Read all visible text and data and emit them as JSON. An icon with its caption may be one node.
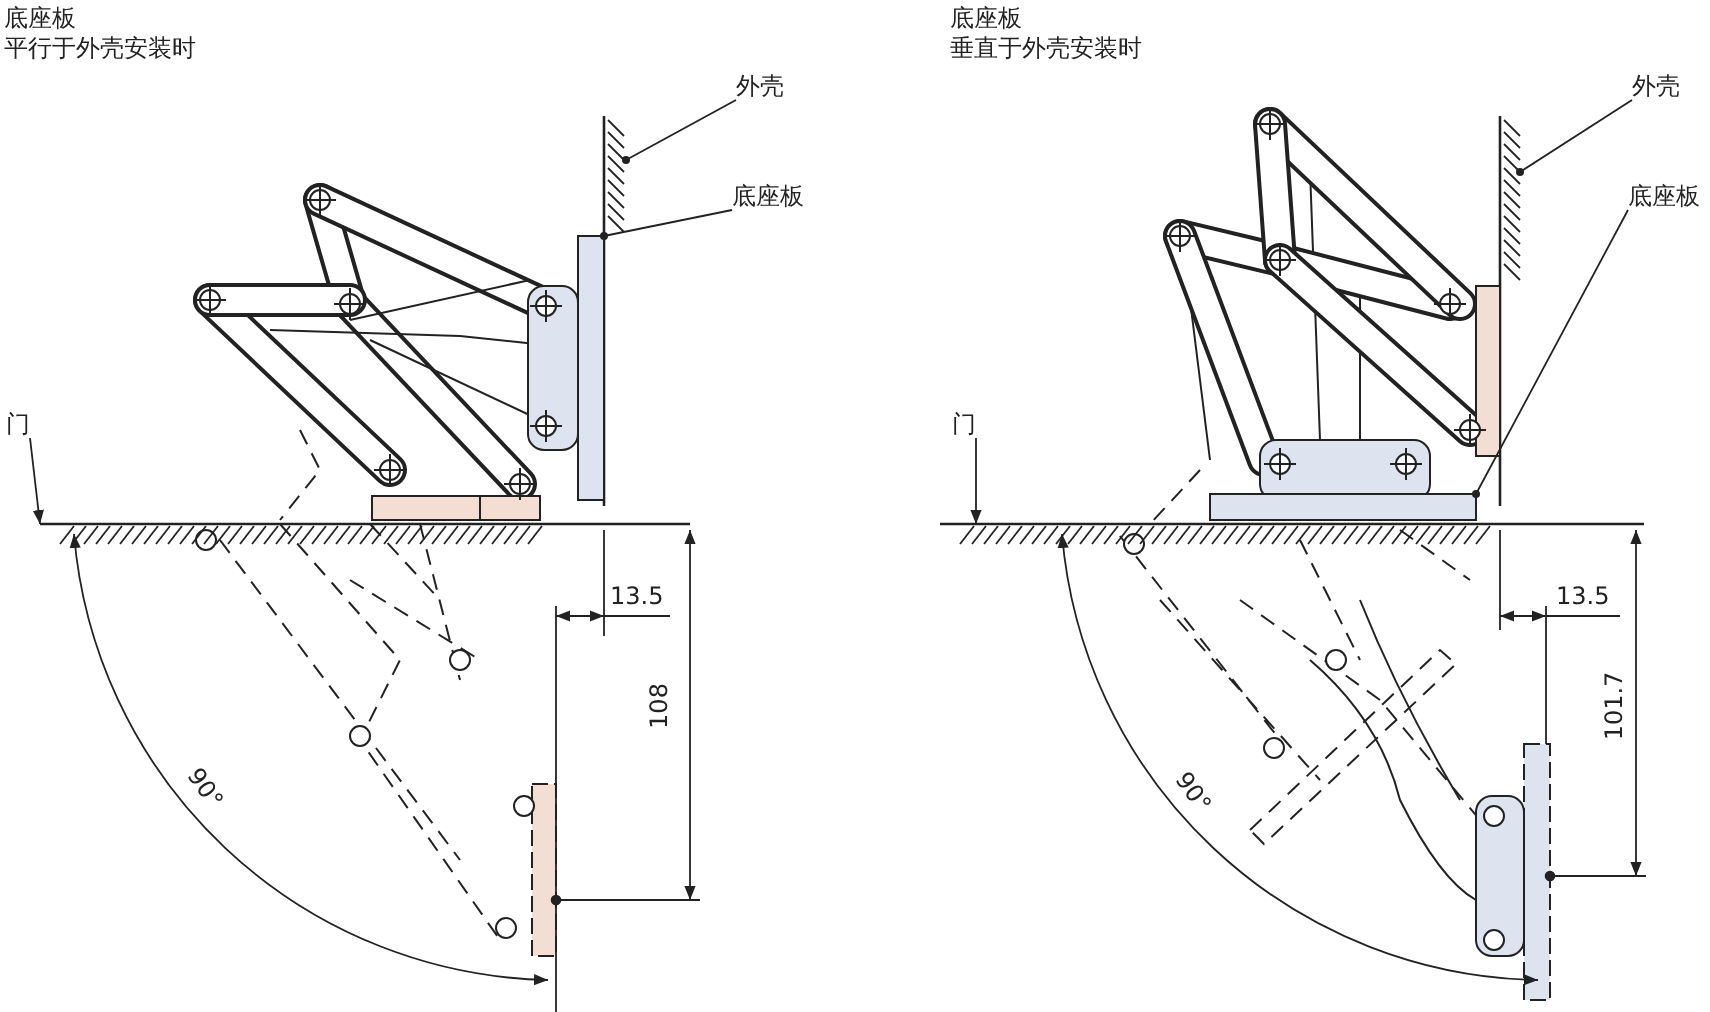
{
  "diagram": {
    "nodes": [
      {
        "text": [
          "外壳"
        ]
      },
      {
        "text": [
          "底座板"
        ]
      },
      {
        "text": [
          "门"
        ]
      },
      {
        "text": [
          "外壳"
        ]
      },
      {
        "text": [
          "底座板"
        ]
      },
      {
        "text": [
          "门"
        ]
      },
      {
        "text": [],
        "shape": "box"
      },
      {
        "text": [],
        "shape": "box"
      },
      {
        "text": [],
        "shape": "bar"
      },
      {
        "text": [],
        "shape": "bar"
      }
    ],
    "edges": [
      {
        "from": 0,
        "to": null,
        "arrow": "other"
      },
      {
        "from": 1,
        "to": 6,
        "arrow": "other"
      },
      {
        "from": 2,
        "to": 8,
        "arrow": "to"
      },
      {
        "from": 3,
        "to": null,
        "arrow": "other"
      },
      {
        "from": 4,
        "to": 7,
        "arrow": "other"
      },
      {
        "from": 5,
        "to": 9,
        "arrow": "to"
      }
    ],
    "labels": [
      "底座板",
      "平行于外壳安装时",
      "13.5",
      "108",
      "90°",
      "底座板",
      "垂直于外壳安装时",
      "13.5",
      "101.7",
      "90°"
    ]
  }
}
